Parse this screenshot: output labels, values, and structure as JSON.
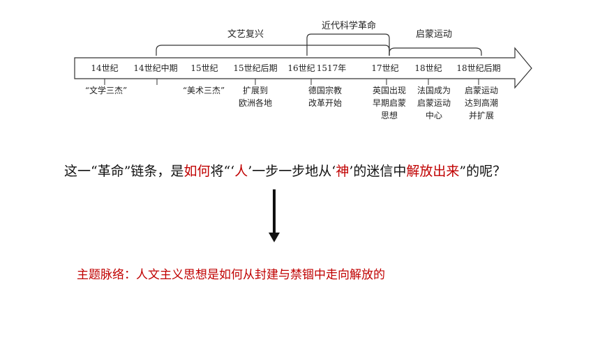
{
  "timeline": {
    "periods": [
      {
        "label": "文艺复兴"
      },
      {
        "label": "近代科学革命"
      },
      {
        "label": "启蒙运动"
      }
    ],
    "markers": [
      {
        "label": "14世纪"
      },
      {
        "label": "14世纪中期"
      },
      {
        "label": "15世纪"
      },
      {
        "label": "15世纪后期"
      },
      {
        "label": "16世纪"
      },
      {
        "label": "1517年"
      },
      {
        "label": "17世纪"
      },
      {
        "label": "18世纪"
      },
      {
        "label": "18世纪后期"
      }
    ],
    "events": [
      {
        "lines": [
          "“文学三杰”"
        ]
      },
      {
        "lines": [
          "“美术三杰”"
        ]
      },
      {
        "lines": [
          "扩展到",
          "欧洲各地"
        ]
      },
      {
        "lines": [
          "德国宗教",
          "改革开始"
        ]
      },
      {
        "lines": [
          "英国出现",
          "早期启蒙",
          "思想"
        ]
      },
      {
        "lines": [
          "法国成为",
          "启蒙运动",
          "中心"
        ]
      },
      {
        "lines": [
          "启蒙运动",
          "达到高潮",
          "并扩展"
        ]
      }
    ]
  },
  "question": {
    "p1": "这一“革命”链条，是",
    "p2": "如何",
    "p3": "将“‘",
    "p4": "人",
    "p5": "’一步一步地从‘",
    "p6": "神",
    "p7": "’的迷信中",
    "p8": "解放出来",
    "p9": "”的呢？"
  },
  "theme_line": "主题脉络：人文主义思想是如何从封建与禁锢中走向解放的",
  "colors": {
    "accent": "#c00000",
    "line": "#333333"
  }
}
